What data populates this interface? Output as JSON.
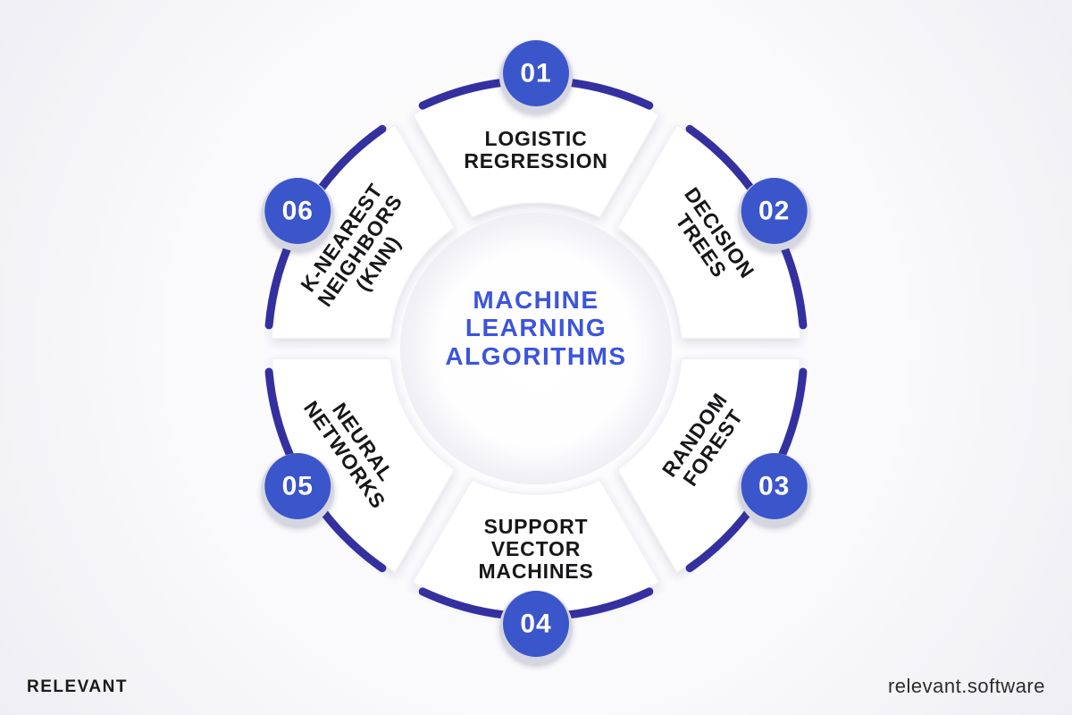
{
  "colors": {
    "badge_blue": "#3B55CB",
    "arc_indigo": "#34309F",
    "center_blue": "#3C55DC",
    "label_dark": "#17171A",
    "footer_brand": "#1A1A1A",
    "footer_site": "#2B2B2B"
  },
  "center": {
    "title": "MACHINE\nLEARNING\nALGORITHMS"
  },
  "diagram": {
    "type": "circular-cycle-infographic",
    "segment_count": 6,
    "segments": [
      {
        "number": "01",
        "label": "LOGISTIC\nREGRESSION",
        "position": "top"
      },
      {
        "number": "02",
        "label": "DECISION\nTREES",
        "position": "upper-right"
      },
      {
        "number": "03",
        "label": "RANDOM\nFOREST",
        "position": "lower-right"
      },
      {
        "number": "04",
        "label": "SUPPORT\nVECTOR\nMACHINES",
        "position": "bottom"
      },
      {
        "number": "05",
        "label": "NEURAL\nNETWORKS",
        "position": "lower-left"
      },
      {
        "number": "06",
        "label": "K-NEAREST\nNEIGHBORS\n(KNN)",
        "position": "upper-left"
      }
    ]
  },
  "footer": {
    "brand": "RELEVANT",
    "website": "relevant.software"
  }
}
